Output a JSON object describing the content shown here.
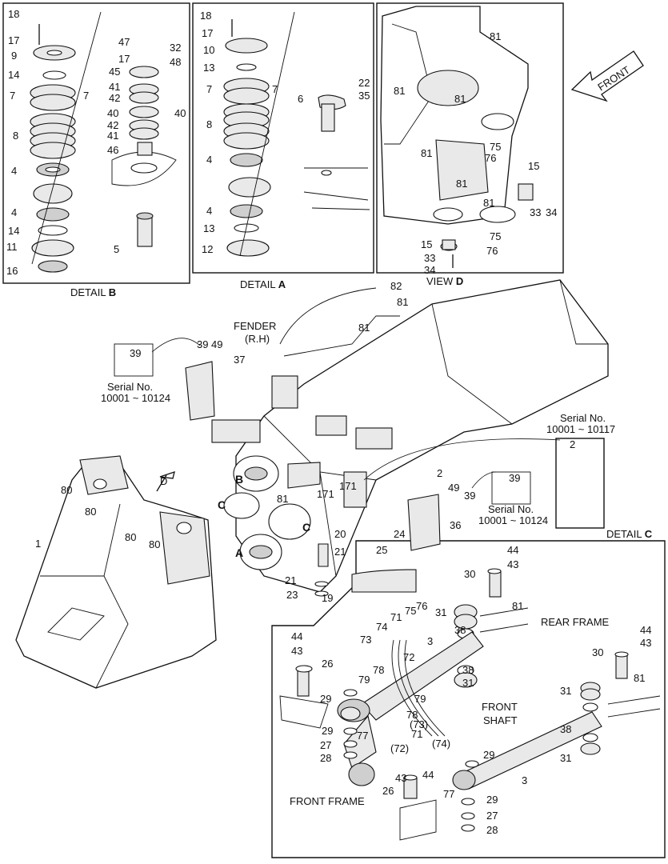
{
  "details": {
    "detail_b": {
      "prefix": "DETAIL",
      "letter": "B"
    },
    "detail_a": {
      "prefix": "DETAIL",
      "letter": "A"
    },
    "view_d": {
      "prefix": "VIEW",
      "letter": "D"
    },
    "detail_c": {
      "prefix": "DETAIL",
      "letter": "C"
    }
  },
  "labels": {
    "front_arrow": "FRONT",
    "fender": "FENDER",
    "fender_side": "(R.H)",
    "rear_frame": "REAR FRAME",
    "front_shaft_1": "FRONT",
    "front_shaft_2": "SHAFT",
    "front_frame": "FRONT FRAME",
    "serial_no": "Serial No.",
    "serial_range_a": "10001 ~ 10124",
    "serial_range_b": "10001 ~ 10117",
    "serial_range_c": "10001 ~ 10124"
  },
  "detail_letters": {
    "b": "B",
    "c1": "C",
    "c2": "C",
    "a": "A",
    "d": "D"
  },
  "callouts": [
    "18",
    "17",
    "9",
    "14",
    "7",
    "7",
    "8",
    "4",
    "4",
    "14",
    "11",
    "16",
    "47",
    "32",
    "17",
    "48",
    "45",
    "41",
    "42",
    "40",
    "40",
    "42",
    "41",
    "46",
    "5",
    "18",
    "17",
    "10",
    "13",
    "7",
    "7",
    "8",
    "4",
    "4",
    "13",
    "12",
    "6",
    "22",
    "35",
    "81",
    "81",
    "81",
    "81",
    "75",
    "76",
    "81",
    "81",
    "15",
    "33",
    "34",
    "15",
    "33",
    "34",
    "75",
    "76",
    "82",
    "81",
    "81",
    "39",
    "49",
    "37",
    "39",
    "2",
    "2",
    "49",
    "39",
    "39",
    "36",
    "171",
    "171",
    "81",
    "20",
    "21",
    "21",
    "23",
    "19",
    "24",
    "25",
    "80",
    "80",
    "80",
    "80",
    "1",
    "D",
    "44",
    "43",
    "30",
    "81",
    "31",
    "38",
    "38",
    "31",
    "74",
    "71",
    "75",
    "76",
    "73",
    "72",
    "3",
    "44",
    "43",
    "26",
    "78",
    "79",
    "79",
    "78",
    "(73)",
    "(72)",
    "77",
    "71",
    "(74)",
    "44",
    "43",
    "26",
    "77",
    "29",
    "29",
    "27",
    "28",
    "29",
    "29",
    "27",
    "28",
    "3",
    "31",
    "38",
    "31",
    "30",
    "44",
    "43",
    "81"
  ]
}
